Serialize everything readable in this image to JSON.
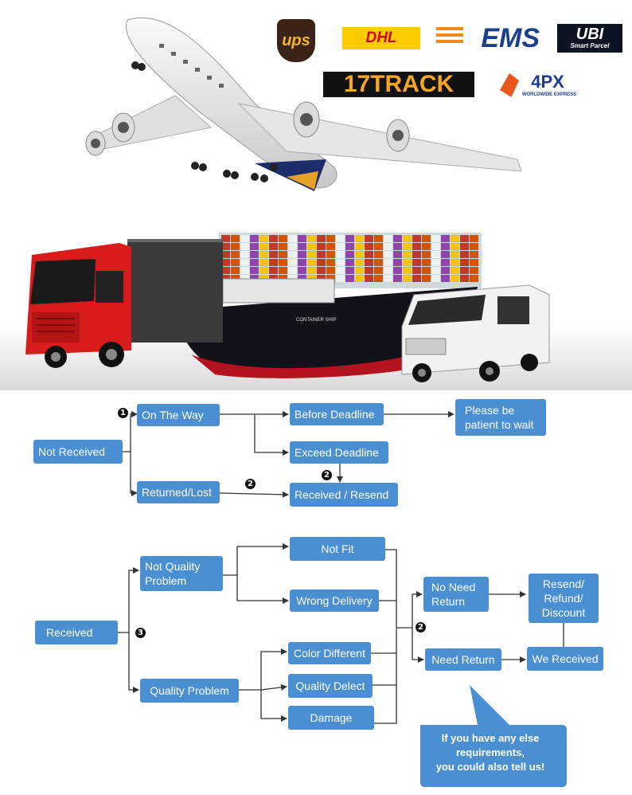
{
  "logos": {
    "ups": "ups",
    "dhl": "DHL",
    "ems": "EMS",
    "ubi": "UBI",
    "ubi_sub": "Smart Parcel",
    "track17": "17TRACK",
    "fourpx": "4PX",
    "fourpx_sub": "WORLDWIDE EXPRESS"
  },
  "hero": {
    "ship_label": "CONTAINER SHIP"
  },
  "flow1": {
    "not_received": "Not   Received",
    "on_the_way": "On The Way",
    "before_deadline": "Before Deadline",
    "please_wait": "Please be\npatient to wait",
    "exceed_deadline": "Exceed Deadline",
    "returned_lost": "Returned/Lost",
    "received_resend": "Received / Resend"
  },
  "flow2": {
    "received": "Received",
    "not_quality_problem": "Not   Quality\nProblem",
    "not_fit": "Not Fit",
    "wrong_delivery": "Wrong Delivery",
    "quality_problem": "Quality Problem",
    "color_different": "Color Different",
    "quality_defect": "Quality Delect",
    "damage": "Damage",
    "no_need_return": "No Need\nReturn",
    "need_return": "Need Return",
    "resend_refund_discount": "Resend/\nRefund/\nDiscount",
    "we_received": "We Received",
    "bubble": "If you have any else\nrequirements,\nyou could also tell us!"
  },
  "markers": {
    "m1": "1",
    "m2a": "2",
    "m2b": "2",
    "m3": "3",
    "m2c": "2"
  },
  "colors": {
    "box_blue": "#4b8fd3",
    "line": "#333333"
  }
}
